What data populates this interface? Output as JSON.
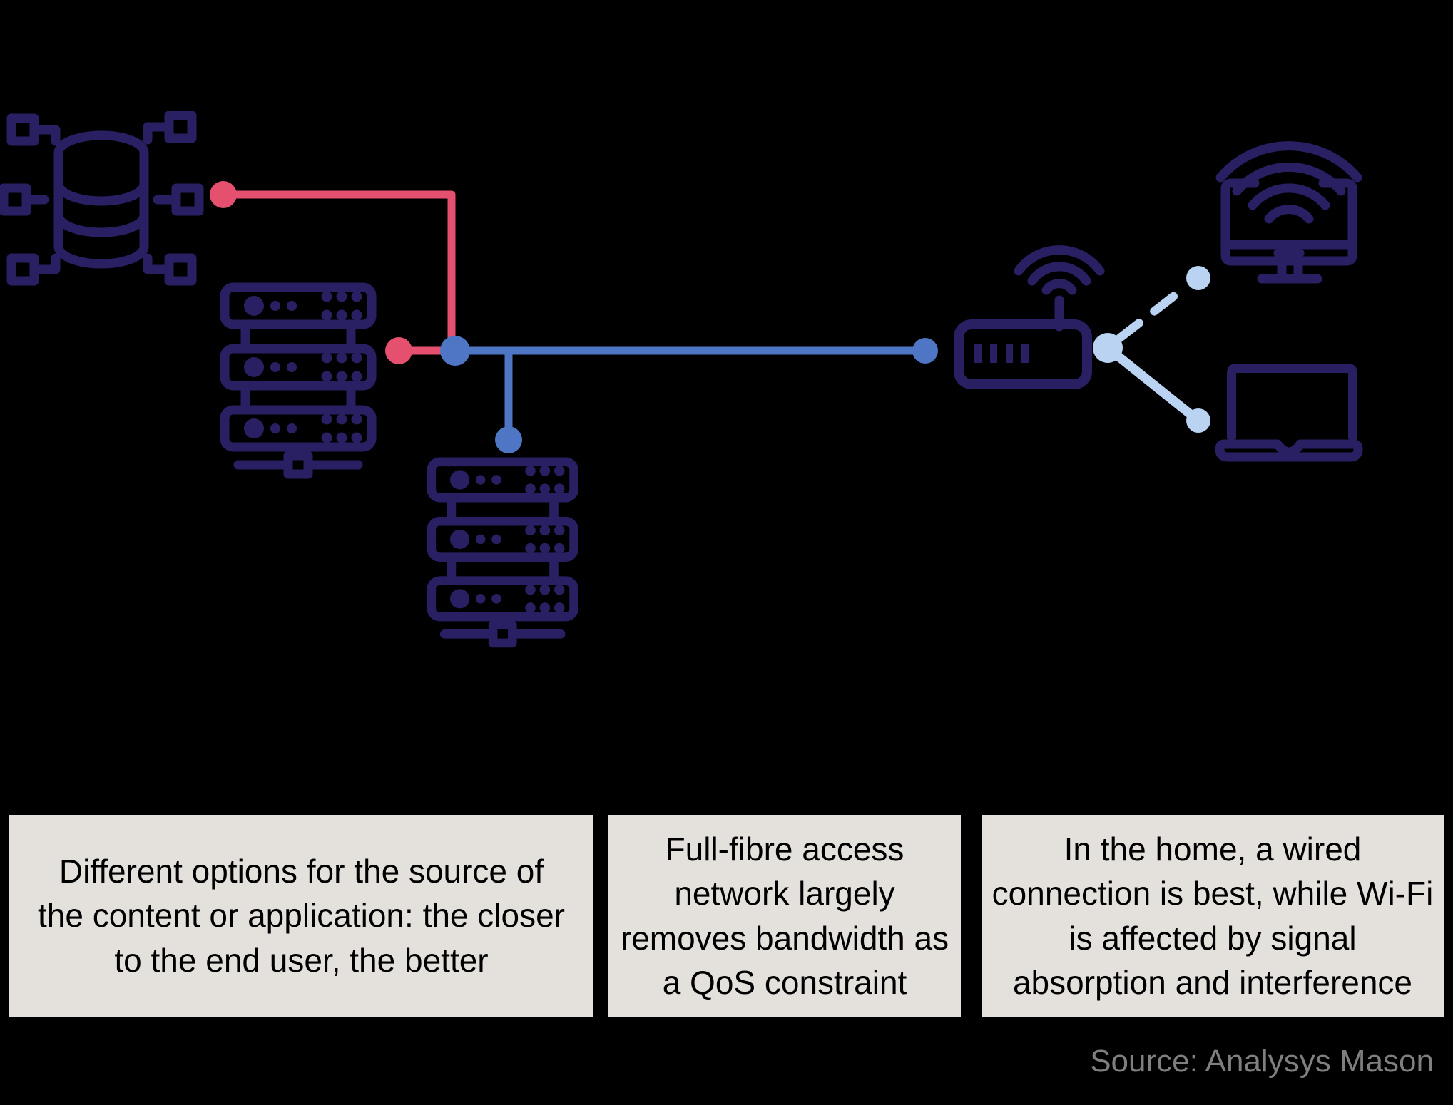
{
  "palette": {
    "background": "#000000",
    "ink": "#292063",
    "pink": "#e4506e",
    "blue": "#4e76c4",
    "lightblue": "#bad3f2",
    "box_bg": "#e4e1dc",
    "box_text": "#000000",
    "source_color": "#7f7f82"
  },
  "icons": {
    "database": "database-network-icon",
    "core_servers": "server-stack-icon",
    "edge_servers": "server-stack-icon",
    "router": "wifi-router-icon",
    "monitor": "monitor-wifi-icon",
    "laptop": "laptop-icon"
  },
  "callouts": [
    {
      "text": "Different options for the source of the content or application: the closer to the end user, the better"
    },
    {
      "text": "Full-fibre access network largely removes bandwidth as a QoS constraint"
    },
    {
      "text": "In the home, a wired connection is best, while Wi-Fi is affected by signal absorption and interference"
    }
  ],
  "source": {
    "label": "Source: Analysys Mason"
  }
}
